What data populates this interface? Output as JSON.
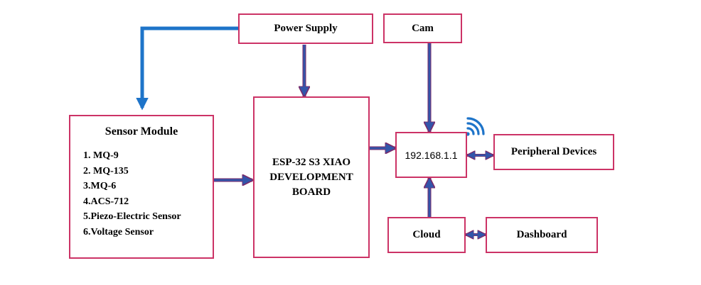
{
  "diagram": {
    "power_supply": "Power Supply",
    "cam": "Cam",
    "sensor_module": {
      "title": "Sensor Module",
      "items": [
        "1. MQ-9",
        "2. MQ-135",
        "3.MQ-6",
        "4.ACS-712",
        "5.Piezo-Electric Sensor",
        "6.Voltage Sensor"
      ]
    },
    "board": {
      "lines": [
        "ESP-32 S3 XIAO",
        "DEVELOPMENT",
        "BOARD"
      ]
    },
    "ip_address": "192.168.1.1",
    "peripheral_devices": "Peripheral Devices",
    "cloud": "Cloud",
    "dashboard": "Dashboard"
  },
  "colors": {
    "box_border": "#cc3366",
    "arrow_fill": "#3355aa",
    "arrow_outline": "#7a2a6a",
    "power_line": "#1e74c9",
    "wifi": "#1e74c9"
  },
  "icons": {
    "wireless": "wifi-icon"
  }
}
